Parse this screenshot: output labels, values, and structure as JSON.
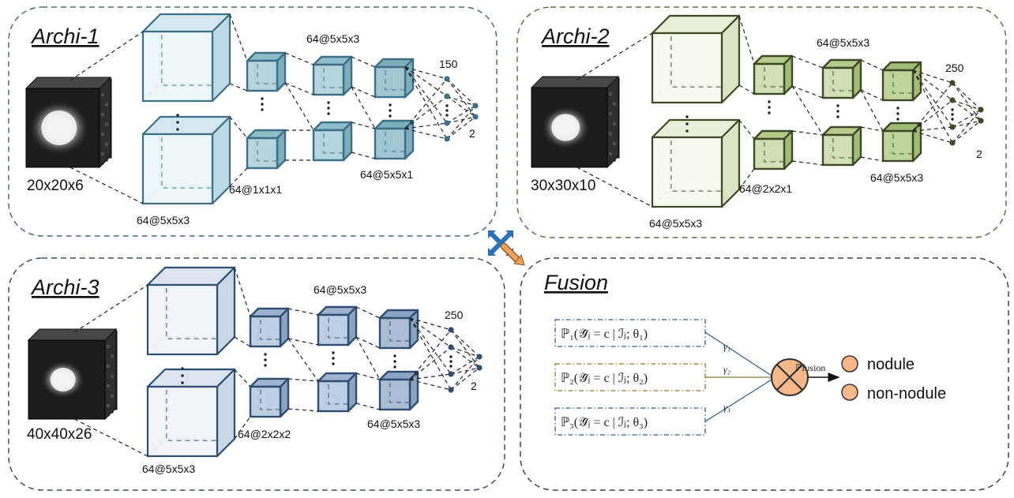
{
  "colors": {
    "archi1": {
      "stroke": "#3f6f86",
      "front": "#eaf6f8",
      "top": "#d3e9ef",
      "side": "#bcdbe4",
      "small_front": "#a9cfd8",
      "small_top": "#8fbecb",
      "small_side": "#7daebb"
    },
    "archi2": {
      "stroke": "#3e4a25",
      "front": "#f6f9ee",
      "top": "#e8efd9",
      "side": "#dbe5c6",
      "small_front": "#c9dba8",
      "small_top": "#b5cc8c",
      "small_side": "#a2bd77"
    },
    "archi3": {
      "stroke": "#2f4e72",
      "front": "#eef3f9",
      "top": "#dbe4ef",
      "side": "#cbd7e6",
      "small_front": "#b5c8df",
      "small_top": "#9db3cf",
      "small_side": "#8aa3c3"
    },
    "panel1_border": "#4a6b73",
    "panel2_border": "#6b6a4a",
    "panel3_border": "#3b4f6b",
    "panel4_border": "#444444",
    "fusion_box1": "#2f5f8a",
    "fusion_box2": "#8a7a2f",
    "fusion_box3": "#2f5f8a",
    "fusion_node": "#f7b98b",
    "move_icon_blue": "#2f6fb5",
    "move_icon_orange": "#f0a25a"
  },
  "archi1": {
    "title": "Archi-1",
    "input_size": "20x20x6",
    "layer1_label": "64@5x5x3",
    "layer2_label": "64@1x1x1",
    "layer3_label": "64@5x5x3",
    "layer4_label": "64@5x5x1",
    "fc_label": "150",
    "out_label": "2"
  },
  "archi2": {
    "title": "Archi-2",
    "input_size": "30x30x10",
    "layer1_label": "64@5x5x3",
    "layer2_label": "64@2x2x1",
    "layer3_label": "64@5x5x3",
    "layer4_label": "64@5x5x3",
    "fc_label": "250",
    "out_label": "2"
  },
  "archi3": {
    "title": "Archi-3",
    "input_size": "40x40x26",
    "layer1_label": "64@5x5x3",
    "layer2_label": "64@2x2x2",
    "layer3_label": "64@5x5x3",
    "layer4_label": "64@5x5x3",
    "fc_label": "250",
    "out_label": "2"
  },
  "fusion": {
    "title": "Fusion",
    "p1": "ℙ₁(𝒴̂ⱼ = c | ℐⱼ; θ₁)",
    "p2": "ℙ₂(𝒴̂ⱼ = c | ℐⱼ; θ₂)",
    "p3": "ℙ₃(𝒴̂ⱼ = c | ℐⱼ; θ₃)",
    "gamma1": "γ₁",
    "gamma2": "γ₂",
    "gamma3": "γ₃",
    "fusion_label": "ℙfusion",
    "operator_icon": "circled-times-icon",
    "out1": "nodule",
    "out2": "non-nodule"
  },
  "icons": {
    "center": "move-arrows-icon"
  }
}
